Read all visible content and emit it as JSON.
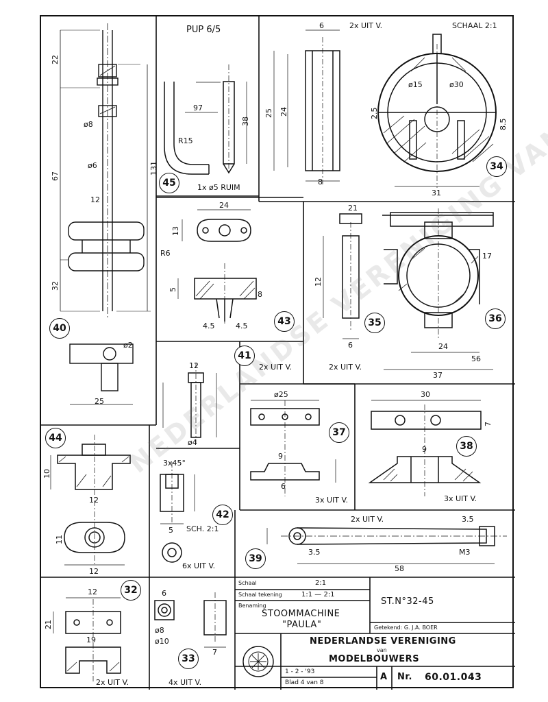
{
  "sheet": {
    "scale_label": "SCHAAL 2:1",
    "watermark": "NEDERLANDSE VERENIGING VAN MODELBOUWERS"
  },
  "parts": {
    "p40": {
      "no": "40",
      "dims": {
        "d1": "22",
        "d2": "67",
        "d3": "131",
        "d4": "32",
        "d5": "ø8",
        "d6": "ø6",
        "d7": "12",
        "d8": "25",
        "d9": "ø2"
      }
    },
    "p45": {
      "no": "45",
      "title": "PUP 6/5",
      "note": "1x ø5 RUIM",
      "dims": {
        "d1": "97",
        "d2": "38",
        "d3": "R15"
      }
    },
    "p34": {
      "no": "34",
      "note": "2x UIT V.",
      "dims": {
        "d1": "6",
        "d2": "25",
        "d3": "24",
        "d4": "ø15",
        "d5": "ø30",
        "d6": "8",
        "d7": "31",
        "d8": "2.5",
        "d9": "8.5"
      }
    },
    "p43": {
      "no": "43",
      "dims": {
        "d1": "24",
        "d2": "R6",
        "d3": "13",
        "d4": "5",
        "d5": "4.5",
        "d6": "4.5",
        "d7": "8"
      }
    },
    "p35": {
      "no": "35",
      "note": "2x UIT V.",
      "dims": {
        "d1": "21",
        "d2": "12",
        "d3": "6"
      }
    },
    "p36": {
      "no": "36",
      "dims": {
        "d1": "37",
        "d2": "56",
        "d3": "24",
        "d4": "17"
      }
    },
    "p41": {
      "no": "41",
      "note": "2x UIT V.",
      "dims": {
        "d1": "12",
        "d2": "ø4"
      }
    },
    "p37": {
      "no": "37",
      "note": "3x UIT V.",
      "dims": {
        "d1": "ø25",
        "d2": "9",
        "d3": "6"
      }
    },
    "p38": {
      "no": "38",
      "note": "3x UIT V.",
      "dims": {
        "d1": "30",
        "d2": "9",
        "d3": "7"
      }
    },
    "p44": {
      "no": "44",
      "dims": {
        "d1": "12",
        "d2": "12",
        "d3": "10",
        "d4": "11"
      }
    },
    "p42": {
      "no": "42",
      "note": "6x UIT V.",
      "scale": "SCH. 2:1",
      "dims": {
        "d1": "3x45°",
        "d2": "5"
      }
    },
    "p39": {
      "no": "39",
      "note": "2x UIT V.",
      "dims": {
        "d1": "58",
        "d2": "3.5",
        "d3": "3.5",
        "d4": "M3"
      }
    },
    "p32": {
      "no": "32",
      "note": "2x UIT V.",
      "dims": {
        "d1": "12",
        "d2": "21",
        "d3": "19"
      }
    },
    "p33": {
      "no": "33",
      "note": "4x UIT V.",
      "dims": {
        "d1": "6",
        "d2": "ø8",
        "d3": "ø10",
        "d4": "7"
      }
    }
  },
  "title_block": {
    "row1_label": "Schaal",
    "row1_value": "2:1",
    "row2_label": "Schaal tekening",
    "row2_value": "1:1 — 2:1",
    "row3_label": "Benaming",
    "name_line1": "STOOMMACHINE",
    "name_line2": "\"PAULA\"",
    "sheet_ref": "ST.N°32-45",
    "drawn_by": "Getekend: G. J.A. BOER",
    "org_line1": "NEDERLANDSE VERENIGING",
    "org_line2": "van",
    "org_line3": "MODELBOUWERS",
    "date": "1 - 2 - '93",
    "blad": "Blad 4 van 8",
    "format": "A",
    "nr_label": "Nr.",
    "nr_value": "60.01.043"
  }
}
